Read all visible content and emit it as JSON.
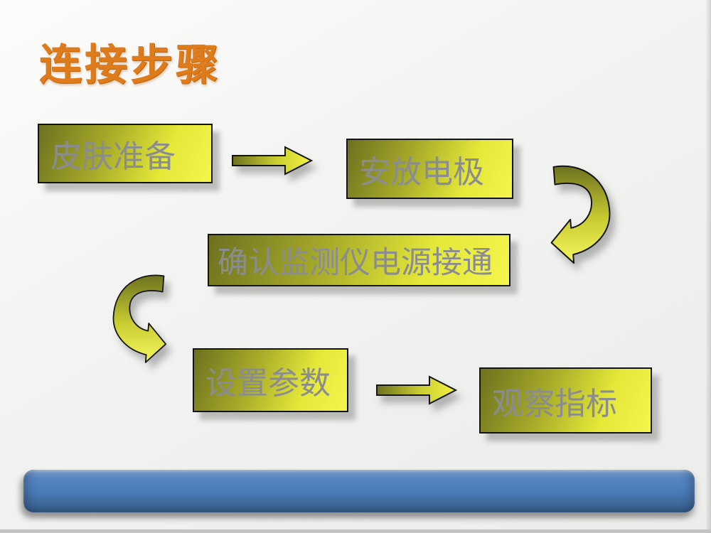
{
  "slide": {
    "title": "连接步骤",
    "steps": [
      {
        "label": "皮肤准备"
      },
      {
        "label": "安放电极"
      },
      {
        "label": "确认监测仪电源接通"
      },
      {
        "label": "设置参数"
      },
      {
        "label": "观察指标"
      }
    ],
    "connectors": [
      {
        "type": "straight-right-arrow",
        "from": "皮肤准备",
        "to": "安放电极"
      },
      {
        "type": "curved-clockwise-arrow",
        "from": "安放电极",
        "to": "确认监测仪电源接通"
      },
      {
        "type": "curved-counterclockwise-arrow",
        "from": "确认监测仪电源接通",
        "to": "设置参数"
      },
      {
        "type": "straight-right-arrow",
        "from": "设置参数",
        "to": "观察指标"
      }
    ],
    "colors": {
      "title_orange": "#DE7B1B",
      "shape_gradient_dark": "#6D711F",
      "shape_gradient_light": "#F4F54E",
      "shape_border": "#141414",
      "shape_text_gray": "#8B8C91",
      "accent_bar_blue": "#4A7CB8",
      "accent_bar_blue_dark": "#33557D",
      "accent_bar_blue_light": "#84A7D2",
      "background_gray": "#F0F0EE",
      "bottom_strip_gray": "#C2C2C2"
    }
  }
}
